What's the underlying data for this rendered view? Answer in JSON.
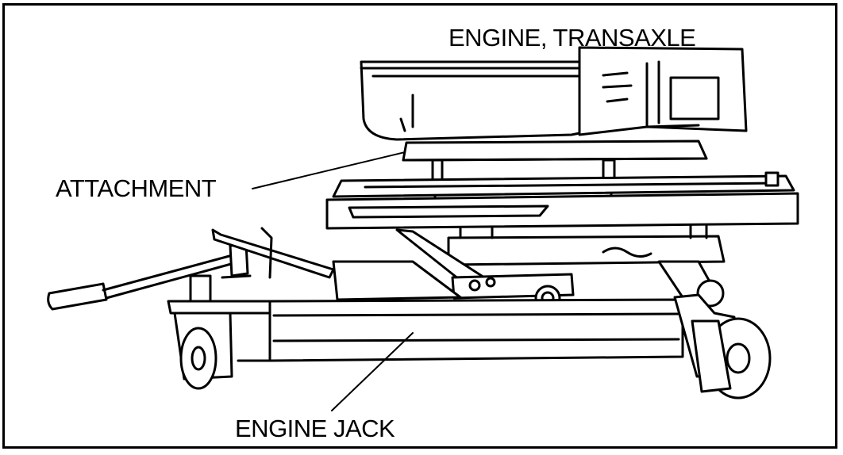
{
  "labels": {
    "engine_transaxle": "ENGINE, TRANSAXLE",
    "attachment": "ATTACHMENT",
    "engine_jack": "ENGINE JACK"
  }
}
